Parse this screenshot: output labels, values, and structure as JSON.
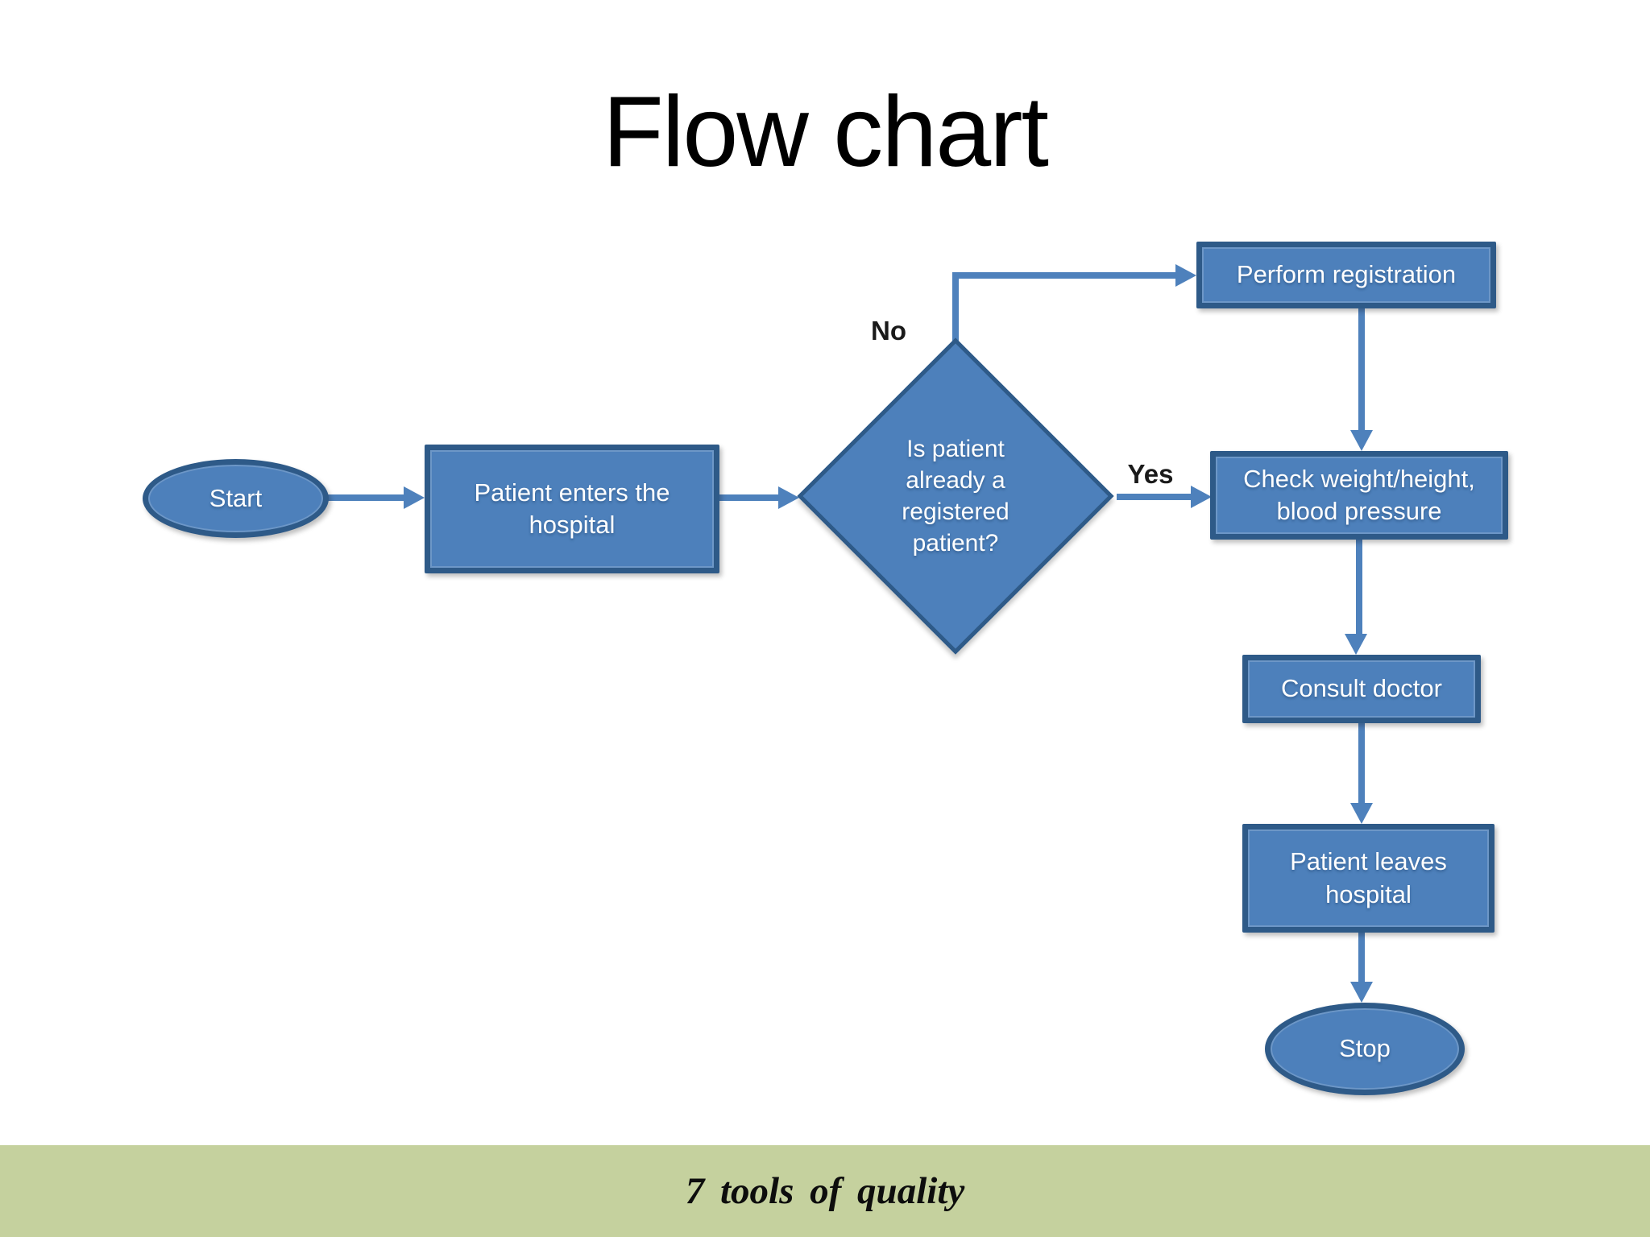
{
  "title": "Flow chart",
  "footer": {
    "text": "7 tools of quality"
  },
  "colors": {
    "shape_fill": "#4d80bb",
    "shape_border": "#2e5a88",
    "connector": "#4e81bc",
    "shape_text": "#ffffff",
    "edge_label_text": "#1a1a1a",
    "footer_bg": "#c5d19e",
    "title_text": "#000000"
  },
  "nodes": [
    {
      "id": "start",
      "type": "terminator",
      "label": "Start"
    },
    {
      "id": "patient-enters-hospital",
      "type": "process",
      "label": "Patient enters the hospital"
    },
    {
      "id": "is-registered-patient",
      "type": "decision",
      "label": "Is patient already a registered patient?"
    },
    {
      "id": "perform-registration",
      "type": "process",
      "label": "Perform registration"
    },
    {
      "id": "check-vitals",
      "type": "process",
      "label": "Check weight/height, blood pressure"
    },
    {
      "id": "consult-doctor",
      "type": "process",
      "label": "Consult doctor"
    },
    {
      "id": "patient-leaves-hospital",
      "type": "process",
      "label": "Patient leaves hospital"
    },
    {
      "id": "stop",
      "type": "terminator",
      "label": "Stop"
    }
  ],
  "edges": [
    {
      "from": "start",
      "to": "patient-enters-hospital",
      "label": ""
    },
    {
      "from": "patient-enters-hospital",
      "to": "is-registered-patient",
      "label": ""
    },
    {
      "from": "is-registered-patient",
      "to": "perform-registration",
      "label": "No"
    },
    {
      "from": "is-registered-patient",
      "to": "check-vitals",
      "label": "Yes"
    },
    {
      "from": "perform-registration",
      "to": "check-vitals",
      "label": ""
    },
    {
      "from": "check-vitals",
      "to": "consult-doctor",
      "label": ""
    },
    {
      "from": "consult-doctor",
      "to": "patient-leaves-hospital",
      "label": ""
    },
    {
      "from": "patient-leaves-hospital",
      "to": "stop",
      "label": ""
    }
  ]
}
